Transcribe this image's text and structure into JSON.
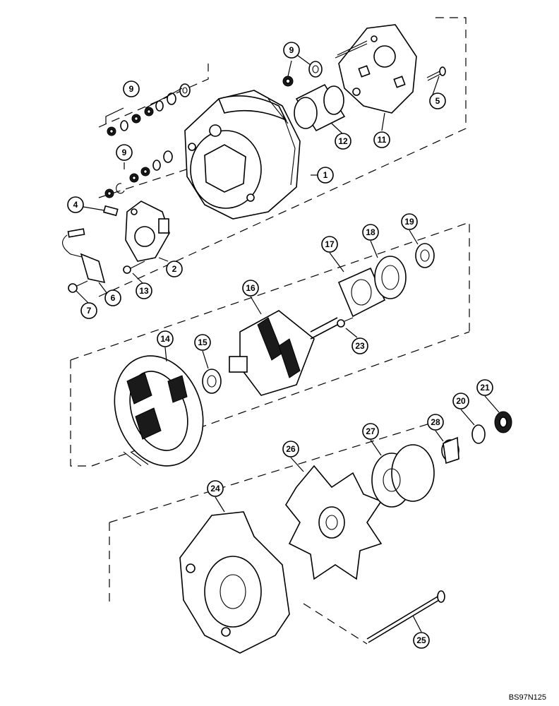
{
  "figure": {
    "reference_code": "BS97N125",
    "callouts": [
      {
        "id": "c1",
        "label": "1"
      },
      {
        "id": "c2",
        "label": "2"
      },
      {
        "id": "c4",
        "label": "4"
      },
      {
        "id": "c5",
        "label": "5"
      },
      {
        "id": "c6",
        "label": "6"
      },
      {
        "id": "c7",
        "label": "7"
      },
      {
        "id": "c9a",
        "label": "9"
      },
      {
        "id": "c9b",
        "label": "9"
      },
      {
        "id": "c9c",
        "label": "9"
      },
      {
        "id": "c11",
        "label": "11"
      },
      {
        "id": "c12",
        "label": "12"
      },
      {
        "id": "c13",
        "label": "13"
      },
      {
        "id": "c14",
        "label": "14"
      },
      {
        "id": "c15",
        "label": "15"
      },
      {
        "id": "c16",
        "label": "16"
      },
      {
        "id": "c17",
        "label": "17"
      },
      {
        "id": "c18",
        "label": "18"
      },
      {
        "id": "c19",
        "label": "19"
      },
      {
        "id": "c20",
        "label": "20"
      },
      {
        "id": "c21",
        "label": "21"
      },
      {
        "id": "c23",
        "label": "23"
      },
      {
        "id": "c24",
        "label": "24"
      },
      {
        "id": "c25",
        "label": "25"
      },
      {
        "id": "c26",
        "label": "26"
      },
      {
        "id": "c27",
        "label": "27"
      },
      {
        "id": "c28",
        "label": "28"
      }
    ]
  }
}
